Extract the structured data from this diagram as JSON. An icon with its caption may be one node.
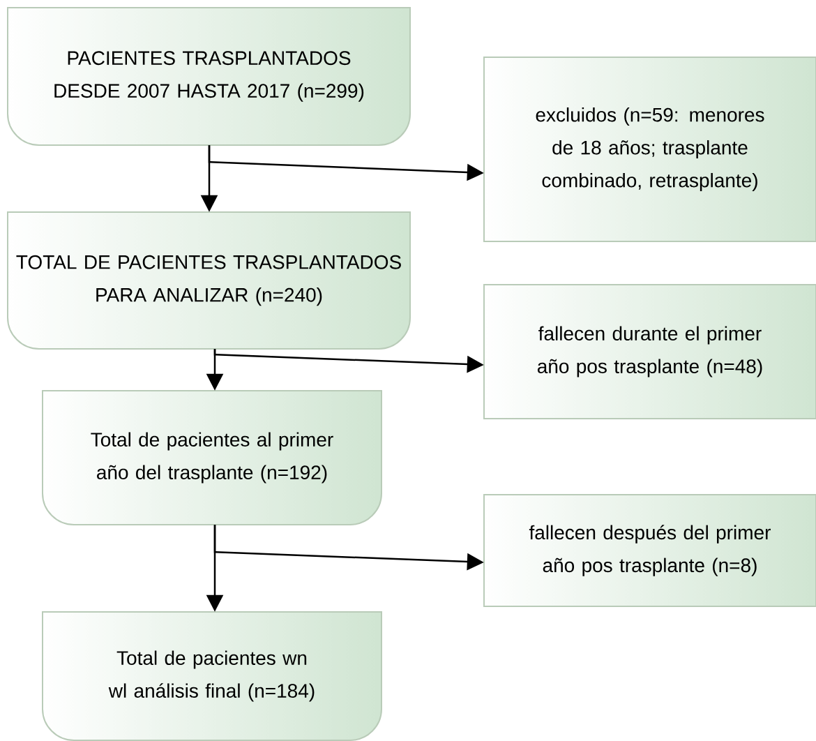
{
  "diagram": {
    "nodes": [
      {
        "text": [
          "PACIENTES TRASPLANTADOS DESDE 2007 HASTA 2017 (n=299)"
        ]
      },
      {
        "text": [
          "excluidos (n=59: menores de 18 años; trasplante combinado, retrasplante)"
        ]
      },
      {
        "text": [
          "TOTAL DE PACIENTES TRASPLANTADOS PARA ANALIZAR (n=240)"
        ]
      },
      {
        "text": [
          "fallecen durante el primer año pos trasplante (n=48)"
        ]
      },
      {
        "text": [
          "Total de pacientes al primer año del trasplante (n=192)"
        ]
      },
      {
        "text": [
          "fallecen después del primer año pos trasplante (n=8)"
        ]
      },
      {
        "text": [
          "Total de pacientes wn wl análisis final (n=184)"
        ]
      }
    ],
    "edges": [
      {
        "from": 0,
        "to": 2,
        "arrow": "to"
      },
      {
        "from": 0,
        "to": 1,
        "arrow": "to"
      },
      {
        "from": 2,
        "to": 4,
        "arrow": "to"
      },
      {
        "from": 2,
        "to": 3,
        "arrow": "to"
      },
      {
        "from": 4,
        "to": 6,
        "arrow": "to"
      },
      {
        "from": 4,
        "to": 5,
        "arrow": "to"
      }
    ]
  }
}
